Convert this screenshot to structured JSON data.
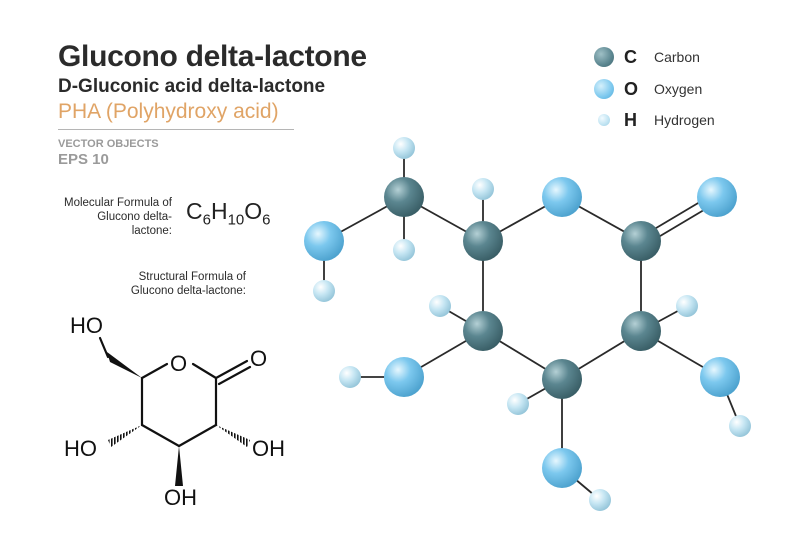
{
  "header": {
    "title": "Glucono delta-lactone",
    "subtitle": "D-Gluconic acid delta-lactone",
    "pha": "PHA  (Polyhydroxy acid)",
    "vector_objects": "VECTOR OBJECTS",
    "eps": "EPS 10"
  },
  "molecular_formula": {
    "label_line1": "Molecular Formula of",
    "label_line2": "Glucono delta-lactone:",
    "parts": [
      {
        "el": "C",
        "n": "6"
      },
      {
        "el": "H",
        "n": "10"
      },
      {
        "el": "O",
        "n": "6"
      }
    ]
  },
  "structural_formula": {
    "label_line1": "Structural  Formula of",
    "label_line2": "Glucono delta-lactone:",
    "atoms": {
      "ho_top": "HO",
      "ring_o": "O",
      "carbonyl_o": "O",
      "ho_left": "HO",
      "oh_right": "OH",
      "oh_bottom": "OH"
    }
  },
  "legend": [
    {
      "symbol": "C",
      "name": "Carbon",
      "color": "#5b8690"
    },
    {
      "symbol": "O",
      "name": "Oxygen",
      "color": "#7cc8ee"
    },
    {
      "symbol": "H",
      "name": "Hydrogen",
      "color": "#bfe3f2"
    }
  ],
  "colors": {
    "carbon": "#5b8690",
    "oxygen": "#7cc8ee",
    "hydrogen": "#bfe3f2",
    "title_text": "#2b2b2b",
    "accent_orange": "#e0a466",
    "muted_gray": "#9a9a9a"
  }
}
